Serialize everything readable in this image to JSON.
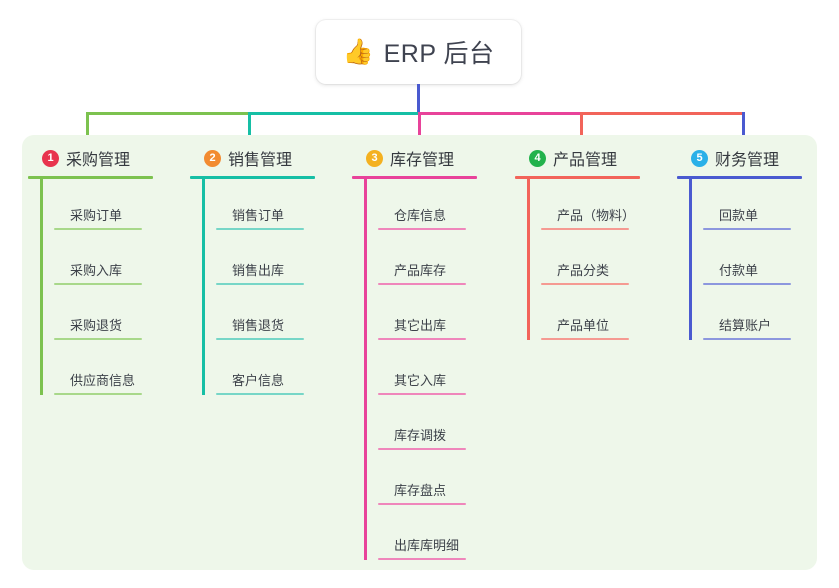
{
  "root": {
    "emoji": "👍",
    "emoji_name": "thumbs-up-icon",
    "title": "ERP 后台"
  },
  "theme": {
    "panel_bg": "#eef7ea",
    "page_bg": "#ffffff",
    "root_stem": "#4a5ad0",
    "text": "#3d424a"
  },
  "connectors": {
    "trunk_color": "#4a5ad0",
    "segments": [
      {
        "name": "segment-purchase",
        "color": "#7cc24f"
      },
      {
        "name": "segment-sales",
        "color": "#16bfa5"
      },
      {
        "name": "segment-inventory",
        "color": "#e8439a"
      },
      {
        "name": "segment-product",
        "color": "#f2645a"
      },
      {
        "name": "segment-finance",
        "color": "#4a5ad0"
      }
    ]
  },
  "columns": [
    {
      "index": "1",
      "badge_color": "#e8344e",
      "line_color": "#7cc24f",
      "rule_color": "#a8d88a",
      "title": "采购管理",
      "items": [
        "采购订单",
        "采购入库",
        "采购退货",
        "供应商信息"
      ]
    },
    {
      "index": "2",
      "badge_color": "#f28b30",
      "line_color": "#16bfa5",
      "rule_color": "#76d6c7",
      "title": "销售管理",
      "items": [
        "销售订单",
        "销售出库",
        "销售退货",
        "客户信息"
      ]
    },
    {
      "index": "3",
      "badge_color": "#f4b120",
      "line_color": "#e8439a",
      "rule_color": "#ef86bb",
      "title": "库存管理",
      "items": [
        "仓库信息",
        "产品库存",
        "其它出库",
        "其它入库",
        "库存调拨",
        "库存盘点",
        "出库库明细"
      ]
    },
    {
      "index": "4",
      "badge_color": "#22b24c",
      "line_color": "#f2645a",
      "rule_color": "#f59a92",
      "title": "产品管理",
      "items": [
        "产品（物料）",
        "产品分类",
        "产品单位"
      ]
    },
    {
      "index": "5",
      "badge_color": "#2ab0e8",
      "line_color": "#4a5ad0",
      "rule_color": "#8c97de",
      "title": "财务管理",
      "items": [
        "回款单",
        "付款单",
        "结算账户"
      ]
    }
  ]
}
